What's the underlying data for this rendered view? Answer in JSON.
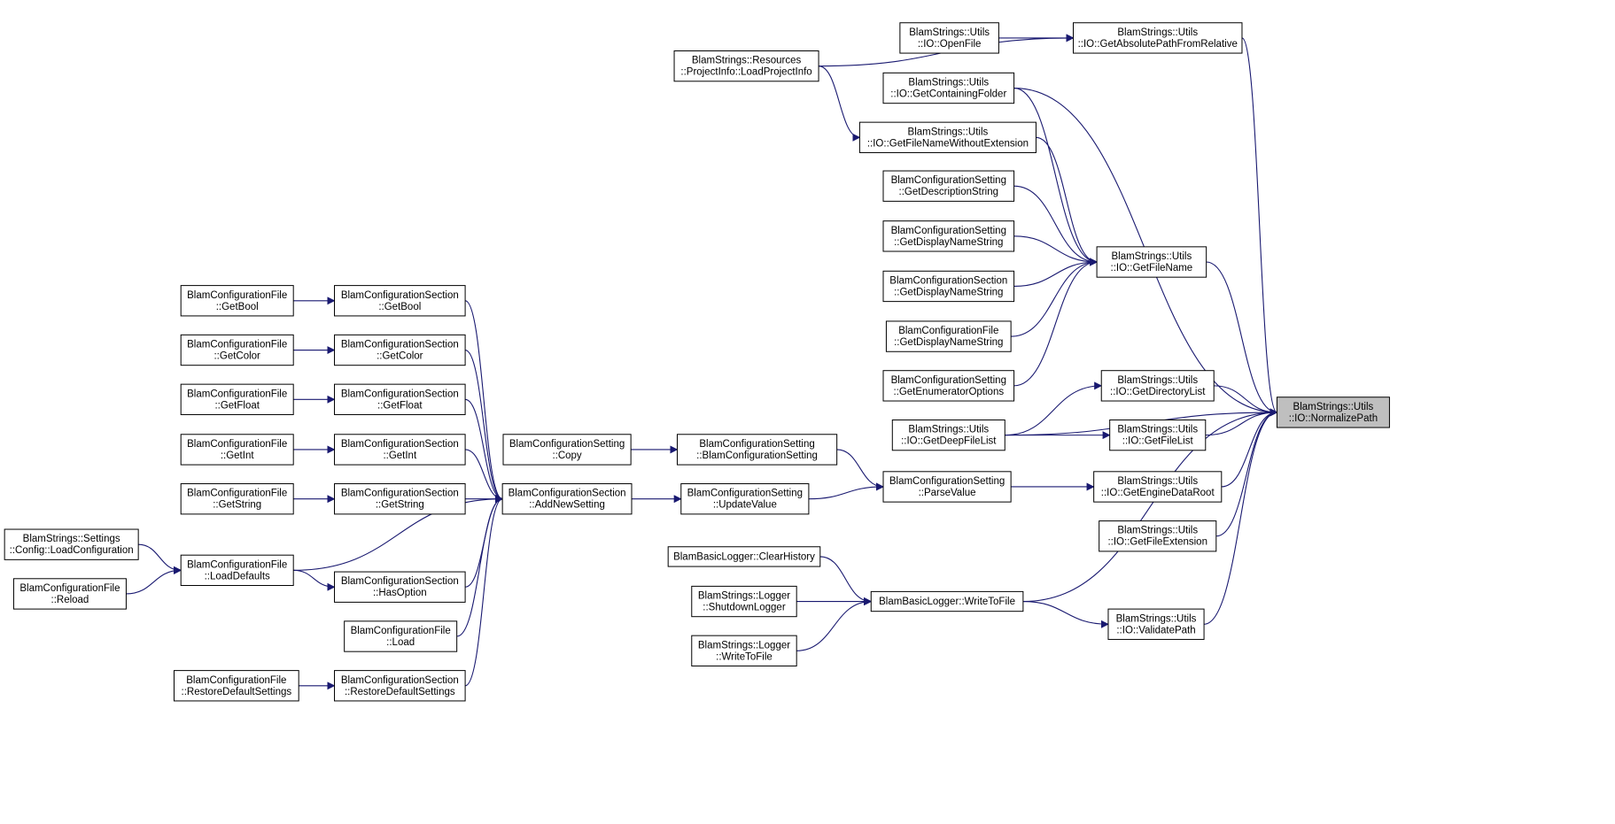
{
  "colors": {
    "edge": "#191970",
    "node_border": "#000000",
    "node_fill": "#ffffff",
    "focus_fill": "#bfbfbf",
    "text": "#000000"
  },
  "focus": "normalizePath",
  "nodes": [
    {
      "id": "normalizePath",
      "lines": [
        "BlamStrings::Utils",
        "::IO::NormalizePath"
      ]
    },
    {
      "id": "getAbsPath",
      "lines": [
        "BlamStrings::Utils",
        "::IO::GetAbsolutePathFromRelative"
      ]
    },
    {
      "id": "openFile",
      "lines": [
        "BlamStrings::Utils",
        "::IO::OpenFile"
      ]
    },
    {
      "id": "loadProjectInfo",
      "lines": [
        "BlamStrings::Resources",
        "::ProjectInfo::LoadProjectInfo"
      ]
    },
    {
      "id": "getContainingFolder",
      "lines": [
        "BlamStrings::Utils",
        "::IO::GetContainingFolder"
      ]
    },
    {
      "id": "getFileNameNoExt",
      "lines": [
        "BlamStrings::Utils",
        "::IO::GetFileNameWithoutExtension"
      ]
    },
    {
      "id": "settingGetDescription",
      "lines": [
        "BlamConfigurationSetting",
        "::GetDescriptionString"
      ]
    },
    {
      "id": "settingGetDisplayName",
      "lines": [
        "BlamConfigurationSetting",
        "::GetDisplayNameString"
      ]
    },
    {
      "id": "sectionGetDisplayName",
      "lines": [
        "BlamConfigurationSection",
        "::GetDisplayNameString"
      ]
    },
    {
      "id": "fileGetDisplayName",
      "lines": [
        "BlamConfigurationFile",
        "::GetDisplayNameString"
      ]
    },
    {
      "id": "settingGetEnumOptions",
      "lines": [
        "BlamConfigurationSetting",
        "::GetEnumeratorOptions"
      ]
    },
    {
      "id": "getFileName",
      "lines": [
        "BlamStrings::Utils",
        "::IO::GetFileName"
      ]
    },
    {
      "id": "getDirectoryList",
      "lines": [
        "BlamStrings::Utils",
        "::IO::GetDirectoryList"
      ]
    },
    {
      "id": "getDeepFileList",
      "lines": [
        "BlamStrings::Utils",
        "::IO::GetDeepFileList"
      ]
    },
    {
      "id": "getFileList",
      "lines": [
        "BlamStrings::Utils",
        "::IO::GetFileList"
      ]
    },
    {
      "id": "getEngineDataRoot",
      "lines": [
        "BlamStrings::Utils",
        "::IO::GetEngineDataRoot"
      ]
    },
    {
      "id": "getFileExtension",
      "lines": [
        "BlamStrings::Utils",
        "::IO::GetFileExtension"
      ]
    },
    {
      "id": "validatePath",
      "lines": [
        "BlamStrings::Utils",
        "::IO::ValidatePath"
      ]
    },
    {
      "id": "parseValue",
      "lines": [
        "BlamConfigurationSetting",
        "::ParseValue"
      ]
    },
    {
      "id": "settingCtor",
      "lines": [
        "BlamConfigurationSetting",
        "::BlamConfigurationSetting"
      ]
    },
    {
      "id": "updateValue",
      "lines": [
        "BlamConfigurationSetting",
        "::UpdateValue"
      ]
    },
    {
      "id": "settingCopy",
      "lines": [
        "BlamConfigurationSetting",
        "::Copy"
      ]
    },
    {
      "id": "addNewSetting",
      "lines": [
        "BlamConfigurationSection",
        "::AddNewSetting"
      ]
    },
    {
      "id": "sectionGetBool",
      "lines": [
        "BlamConfigurationSection",
        "::GetBool"
      ]
    },
    {
      "id": "sectionGetColor",
      "lines": [
        "BlamConfigurationSection",
        "::GetColor"
      ]
    },
    {
      "id": "sectionGetFloat",
      "lines": [
        "BlamConfigurationSection",
        "::GetFloat"
      ]
    },
    {
      "id": "sectionGetInt",
      "lines": [
        "BlamConfigurationSection",
        "::GetInt"
      ]
    },
    {
      "id": "sectionGetString",
      "lines": [
        "BlamConfigurationSection",
        "::GetString"
      ]
    },
    {
      "id": "sectionHasOption",
      "lines": [
        "BlamConfigurationSection",
        "::HasOption"
      ]
    },
    {
      "id": "sectionRestoreDefaults",
      "lines": [
        "BlamConfigurationSection",
        "::RestoreDefaultSettings"
      ]
    },
    {
      "id": "fileGetBool",
      "lines": [
        "BlamConfigurationFile",
        "::GetBool"
      ]
    },
    {
      "id": "fileGetColor",
      "lines": [
        "BlamConfigurationFile",
        "::GetColor"
      ]
    },
    {
      "id": "fileGetFloat",
      "lines": [
        "BlamConfigurationFile",
        "::GetFloat"
      ]
    },
    {
      "id": "fileGetInt",
      "lines": [
        "BlamConfigurationFile",
        "::GetInt"
      ]
    },
    {
      "id": "fileGetString",
      "lines": [
        "BlamConfigurationFile",
        "::GetString"
      ]
    },
    {
      "id": "fileLoadDefaults",
      "lines": [
        "BlamConfigurationFile",
        "::LoadDefaults"
      ]
    },
    {
      "id": "fileLoad",
      "lines": [
        "BlamConfigurationFile",
        "::Load"
      ]
    },
    {
      "id": "fileRestoreDefaults",
      "lines": [
        "BlamConfigurationFile",
        "::RestoreDefaultSettings"
      ]
    },
    {
      "id": "loadConfiguration",
      "lines": [
        "BlamStrings::Settings",
        "::Config::LoadConfiguration"
      ]
    },
    {
      "id": "fileReload",
      "lines": [
        "BlamConfigurationFile",
        "::Reload"
      ]
    },
    {
      "id": "writeToFile",
      "lines": [
        "BlamBasicLogger::WriteToFile"
      ]
    },
    {
      "id": "clearHistory",
      "lines": [
        "BlamBasicLogger::ClearHistory"
      ]
    },
    {
      "id": "shutdownLogger",
      "lines": [
        "BlamStrings::Logger",
        "::ShutdownLogger"
      ]
    },
    {
      "id": "loggerWriteToFile",
      "lines": [
        "BlamStrings::Logger",
        "::WriteToFile"
      ]
    }
  ],
  "edges": [
    [
      "getAbsPath",
      "normalizePath"
    ],
    [
      "openFile",
      "getAbsPath"
    ],
    [
      "loadProjectInfo",
      "getAbsPath"
    ],
    [
      "loadProjectInfo",
      "getFileNameNoExt"
    ],
    [
      "getContainingFolder",
      "normalizePath"
    ],
    [
      "getContainingFolder",
      "getFileName"
    ],
    [
      "getFileNameNoExt",
      "getFileName"
    ],
    [
      "settingGetDescription",
      "getFileName"
    ],
    [
      "settingGetDisplayName",
      "getFileName"
    ],
    [
      "sectionGetDisplayName",
      "getFileName"
    ],
    [
      "fileGetDisplayName",
      "getFileName"
    ],
    [
      "settingGetEnumOptions",
      "getFileName"
    ],
    [
      "getFileName",
      "normalizePath"
    ],
    [
      "getDeepFileList",
      "normalizePath"
    ],
    [
      "getDeepFileList",
      "getDirectoryList"
    ],
    [
      "getDeepFileList",
      "getFileList"
    ],
    [
      "getDirectoryList",
      "normalizePath"
    ],
    [
      "getFileList",
      "normalizePath"
    ],
    [
      "getEngineDataRoot",
      "normalizePath"
    ],
    [
      "getFileExtension",
      "normalizePath"
    ],
    [
      "validatePath",
      "normalizePath"
    ],
    [
      "writeToFile",
      "normalizePath"
    ],
    [
      "writeToFile",
      "validatePath"
    ],
    [
      "parseValue",
      "getEngineDataRoot"
    ],
    [
      "settingCtor",
      "parseValue"
    ],
    [
      "updateValue",
      "parseValue"
    ],
    [
      "settingCopy",
      "settingCtor"
    ],
    [
      "addNewSetting",
      "updateValue"
    ],
    [
      "sectionGetBool",
      "addNewSetting"
    ],
    [
      "sectionGetColor",
      "addNewSetting"
    ],
    [
      "sectionGetFloat",
      "addNewSetting"
    ],
    [
      "sectionGetInt",
      "addNewSetting"
    ],
    [
      "sectionGetString",
      "addNewSetting"
    ],
    [
      "sectionHasOption",
      "addNewSetting"
    ],
    [
      "sectionRestoreDefaults",
      "addNewSetting"
    ],
    [
      "fileLoad",
      "addNewSetting"
    ],
    [
      "fileLoadDefaults",
      "addNewSetting"
    ],
    [
      "fileLoadDefaults",
      "sectionHasOption"
    ],
    [
      "fileGetBool",
      "sectionGetBool"
    ],
    [
      "fileGetColor",
      "sectionGetColor"
    ],
    [
      "fileGetFloat",
      "sectionGetFloat"
    ],
    [
      "fileGetInt",
      "sectionGetInt"
    ],
    [
      "fileGetString",
      "sectionGetString"
    ],
    [
      "fileRestoreDefaults",
      "sectionRestoreDefaults"
    ],
    [
      "loadConfiguration",
      "fileLoadDefaults"
    ],
    [
      "fileReload",
      "fileLoadDefaults"
    ],
    [
      "clearHistory",
      "writeToFile"
    ],
    [
      "shutdownLogger",
      "writeToFile"
    ],
    [
      "loggerWriteToFile",
      "writeToFile"
    ]
  ]
}
